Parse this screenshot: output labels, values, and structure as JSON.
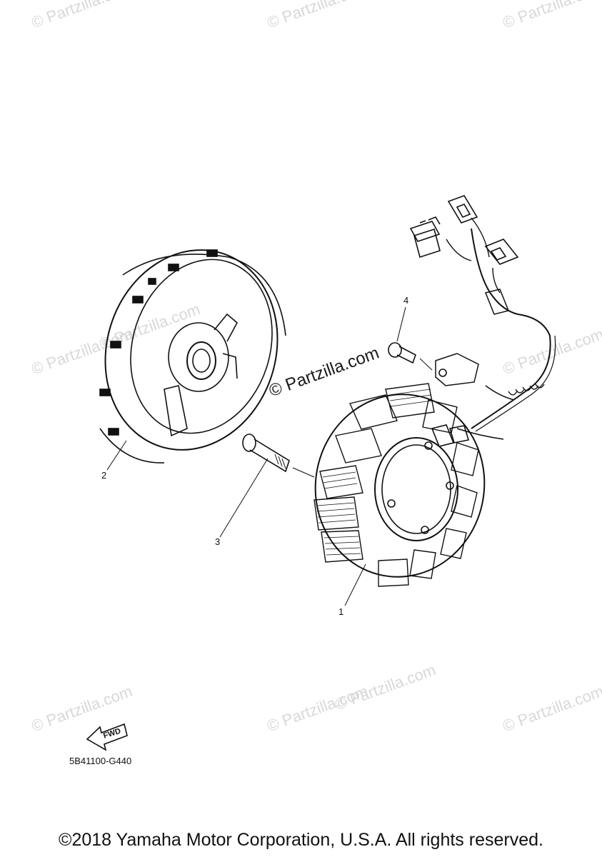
{
  "watermarks": {
    "small": [
      "© Partzilla.com",
      "© Partzilla.com",
      "© Partzilla.com",
      "© Partzilla.com",
      "© Partzilla.com",
      "© Partzilla.com",
      "© Partzilla.com",
      "© Partzilla.com",
      "© Partzilla.com",
      "© Partzilla.com"
    ],
    "center": "© Partzilla.com"
  },
  "callouts": {
    "p1": "1",
    "p2": "2",
    "p3": "3",
    "p4": "4"
  },
  "fwd_label": "FWD",
  "part_code": "5B41100-G440",
  "copyright": "©2018 Yamaha Motor Corporation, U.S.A. All rights reserved."
}
